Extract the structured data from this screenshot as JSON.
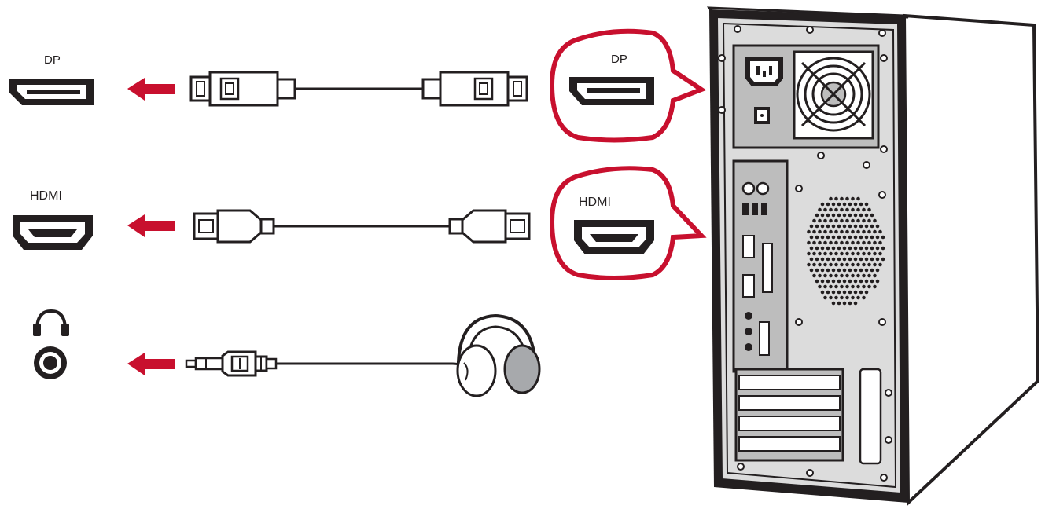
{
  "labels": {
    "dp_port": "DP",
    "hdmi_port": "HDMI",
    "dp_callout": "DP",
    "hdmi_callout": "HDMI"
  },
  "icons": {
    "dp_port": "displayport-port-icon",
    "hdmi_port": "hdmi-port-icon",
    "headphone_symbol": "headphone-icon",
    "audio_jack": "audio-jack-icon",
    "arrows": "arrow-left-icon",
    "dp_cable": "displayport-cable-icon",
    "hdmi_cable": "hdmi-cable-icon",
    "audio_cable": "audio-cable-icon",
    "headphones": "headphones-icon",
    "computer": "computer-tower-icon"
  },
  "colors": {
    "accent": "#c8102e",
    "ink": "#231f20",
    "case_gray": "#dcdcdc",
    "panel_gray": "#bdbdbd",
    "headphone_gray": "#a7a9ac"
  }
}
